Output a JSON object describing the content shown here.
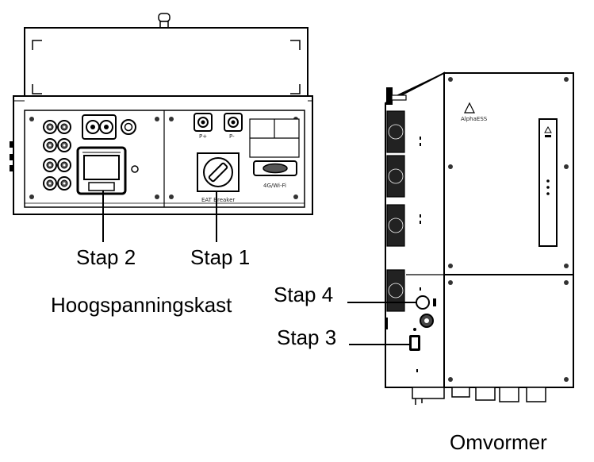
{
  "box_label": "Hoogspanningskast",
  "inverter_label": "Omvormer",
  "steps": {
    "step1": "Stap 1",
    "step2": "Stap 2",
    "step3": "Stap 3",
    "step4": "Stap 4"
  },
  "panel_text": {
    "breaker": "EAT Breaker",
    "wifi": "4G/Wi-Fi",
    "brand": "AlphaESS"
  }
}
